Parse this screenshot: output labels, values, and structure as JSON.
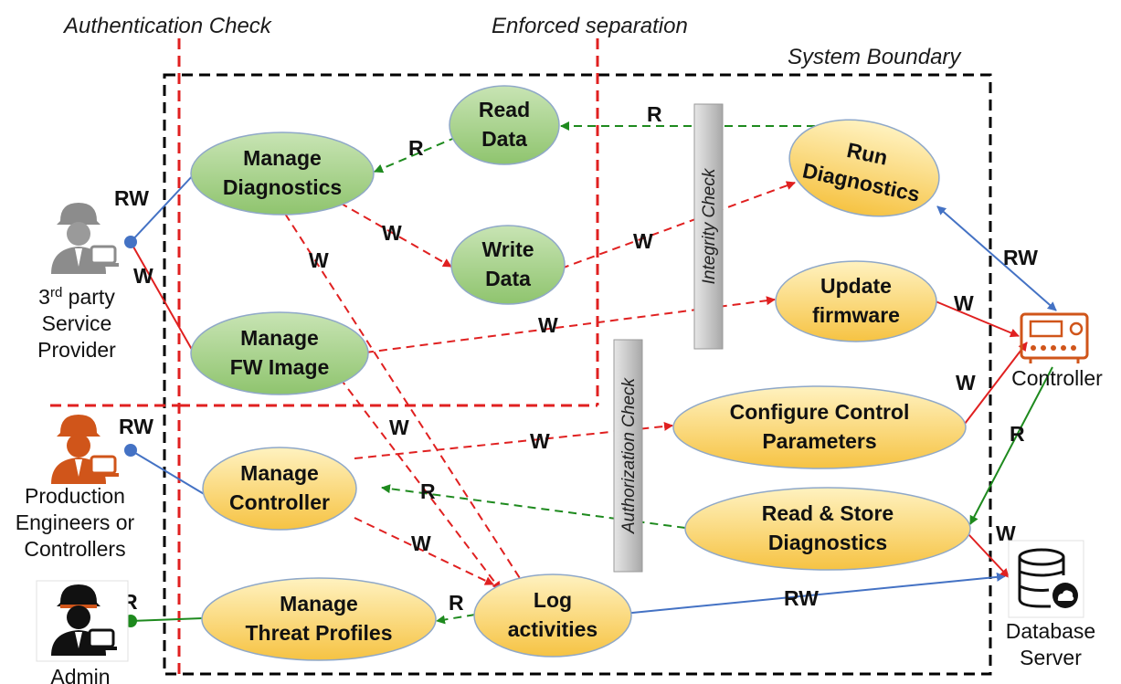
{
  "regions": {
    "authentication": "Authentication Check",
    "separation": "Enforced separation",
    "system_boundary": "System Boundary"
  },
  "checks": {
    "integrity": "Integrity Check",
    "authorization": "Authorization Check"
  },
  "actors": {
    "service_provider": [
      "3rd party",
      "Service",
      "Provider"
    ],
    "engineers": [
      "Production",
      "Engineers or",
      "Controllers"
    ],
    "admin": "Admin",
    "controller": "Controller",
    "database": [
      "Database",
      "Server"
    ]
  },
  "use_cases": {
    "read_data": [
      "Read",
      "Data"
    ],
    "manage_diagnostics": [
      "Manage",
      "Diagnostics"
    ],
    "write_data": [
      "Write",
      "Data"
    ],
    "manage_fw": [
      "Manage",
      "FW Image"
    ],
    "run_diagnostics": [
      "Run",
      "Diagnostics"
    ],
    "update_firmware": [
      "Update",
      "firmware"
    ],
    "configure": [
      "Configure Control",
      "Parameters"
    ],
    "manage_controller": [
      "Manage",
      "Controller"
    ],
    "read_store": [
      "Read & Store",
      "Diagnostics"
    ],
    "threat_profiles": [
      "Manage",
      "Threat Profiles"
    ],
    "log": [
      "Log",
      "activities"
    ]
  },
  "edges": {
    "rw": "RW",
    "r": "R",
    "w": "W"
  },
  "colors": {
    "green_fill": "#a9d18e",
    "yellow_fill": "#ffd966",
    "red": "#e02020",
    "green": "#1e8a1e",
    "blue": "#4472c4",
    "orange": "#d0551a"
  }
}
